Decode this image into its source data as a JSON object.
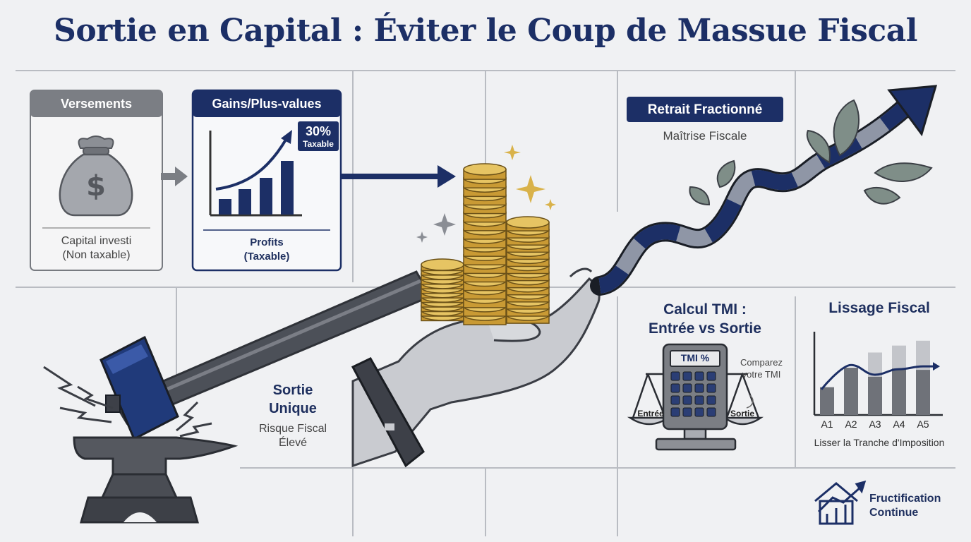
{
  "title": "Sortie en Capital : Éviter le Coup de Massue Fiscal",
  "versements": {
    "header": "Versements",
    "caption": "Capital investi\n(Non taxable)"
  },
  "gains": {
    "header": "Gains/Plus-values",
    "badge_pct": "30%",
    "badge_label": "Taxable",
    "caption": "Profits\n(Taxable)"
  },
  "retrait": {
    "header": "Retrait Fractionné",
    "caption": "Maîtrise Fiscale"
  },
  "sortie": {
    "title": "Sortie\nUnique",
    "caption": "Risque Fiscal\nÉlevé"
  },
  "tmi": {
    "title": "Calcul TMI :\nEntrée vs Sortie",
    "screen": "TMI %",
    "note": "Comparez\nvotre TMI",
    "left_pan": "Entrée",
    "right_pan": "Sortie"
  },
  "lissage": {
    "title": "Lissage Fiscal",
    "caption": "Lisser la Tranche d'Imposition"
  },
  "brand": {
    "name": "Fructification\nContinue"
  },
  "colors": {
    "navy": "#1c2f66",
    "gray": "#6b6e75",
    "gold": "#d9b24a"
  },
  "icons": [
    "money-bag-icon",
    "growth-chart-icon",
    "hammer-icon",
    "anvil-icon",
    "hand-icon",
    "coin-stack-icon",
    "rising-arrow-icon",
    "calculator-icon",
    "scale-icon",
    "house-growth-icon",
    "sparkle-icon"
  ],
  "chart_data": {
    "type": "bar",
    "title": "Lissage Fiscal",
    "categories": [
      "A1",
      "A2",
      "A3",
      "A4",
      "A5"
    ],
    "series": [
      {
        "values": [
          40,
          68,
          90,
          100,
          107
        ]
      },
      {
        "values": [
          40,
          68,
          55,
          67,
          65
        ]
      }
    ],
    "trend": [
      45,
      72,
      58,
      66,
      70
    ],
    "ylim": [
      0,
      120
    ]
  }
}
